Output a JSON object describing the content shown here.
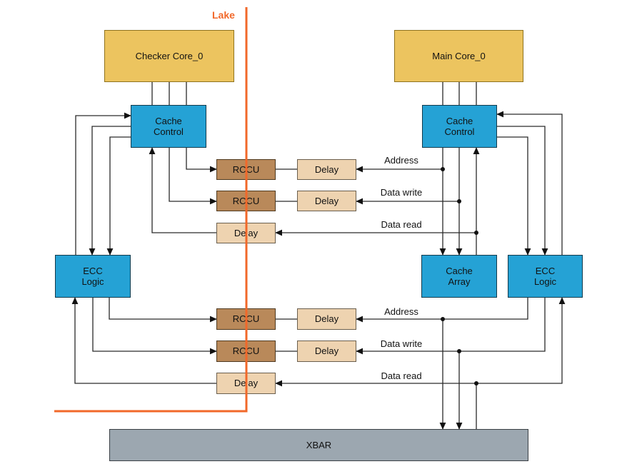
{
  "lake": {
    "label": "Lake"
  },
  "nodes": {
    "checker_core": "Checker Core_0",
    "main_core": "Main Core_0",
    "cache_control": "Cache Control",
    "ecc_logic": "ECC Logic",
    "cache_array": "Cache Array",
    "rccu": "RCCU",
    "delay": "Delay",
    "xbar": "XBAR"
  },
  "signals": {
    "address": "Address",
    "data_write": "Data write",
    "data_read": "Data read"
  },
  "colors": {
    "core_fill": "#ecc45f",
    "control_fill": "#25a2d5",
    "rccu_fill": "#b9895a",
    "delay_fill": "#eed3b0",
    "xbar_fill": "#9ca7b0",
    "lake_boundary": "#f1682a",
    "connector": "#2a2a2a"
  }
}
